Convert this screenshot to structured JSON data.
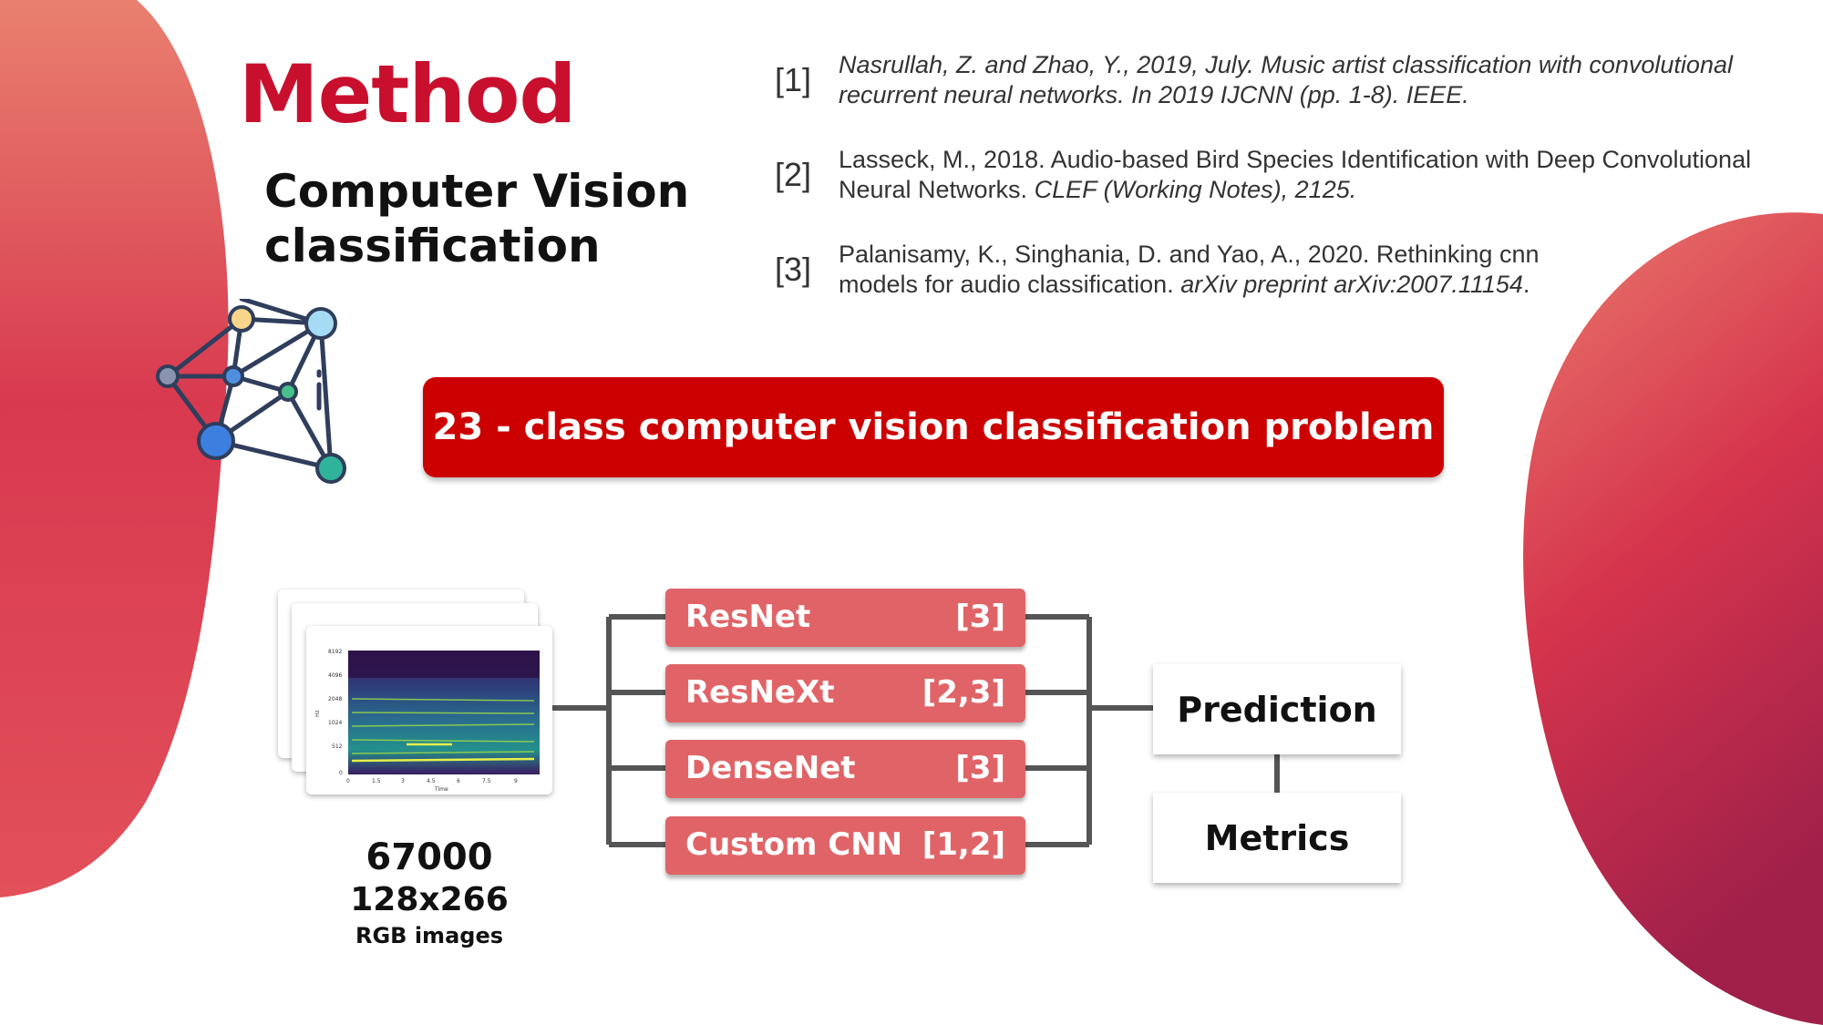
{
  "header": {
    "title": "Method",
    "subtitle_line1": "Computer Vision",
    "subtitle_line2": "classification"
  },
  "references": [
    {
      "num": "[1]",
      "line1": "Nasrullah, Z. and Zhao, Y., 2019, July. Music artist classification with convolutional",
      "line2": "recurrent neural networks. In 2019 IJCNN (pp. 1-8). IEEE."
    },
    {
      "num": "[2]",
      "line1": "Lasseck, M., 2018. Audio-based Bird Species Identification with Deep Convolutional",
      "line2_plain": "Neural Networks. ",
      "line2_italic": "CLEF (Working Notes)",
      "line2_end": ", 2125."
    },
    {
      "num": "[3]",
      "line1": "Palanisamy, K., Singhania, D. and Yao, A., 2020. Rethinking cnn",
      "line2_plain": "models for audio classification. ",
      "line2_italic": "arXiv preprint arXiv:2007.11154",
      "line2_end": "."
    }
  ],
  "banner": "23 - class computer vision classification problem",
  "spectrogram": {
    "y_ticks": [
      "8192",
      "4096",
      "2048",
      "1024",
      "512",
      "0"
    ],
    "x_ticks": [
      "0",
      "1.5",
      "3",
      "4.5",
      "6",
      "7.5",
      "9"
    ],
    "y_label": "Hz",
    "x_label": "Time"
  },
  "dataset": {
    "count": "67000",
    "size": "128x266",
    "kind": "RGB images"
  },
  "models": [
    {
      "name": "ResNet",
      "cite": "[3]"
    },
    {
      "name": "ResNeXt",
      "cite": "[2,3]"
    },
    {
      "name": "DenseNet",
      "cite": "[3]"
    },
    {
      "name": "Custom CNN",
      "cite": "[1,2]"
    }
  ],
  "outputs": {
    "prediction": "Prediction",
    "metrics": "Metrics"
  },
  "colors": {
    "accent_red": "#cc0000",
    "model_box": "#e06467",
    "title_red": "#c8102e",
    "connector": "#555555"
  },
  "icons": [
    "neural-network-icon",
    "spectrogram-image"
  ]
}
